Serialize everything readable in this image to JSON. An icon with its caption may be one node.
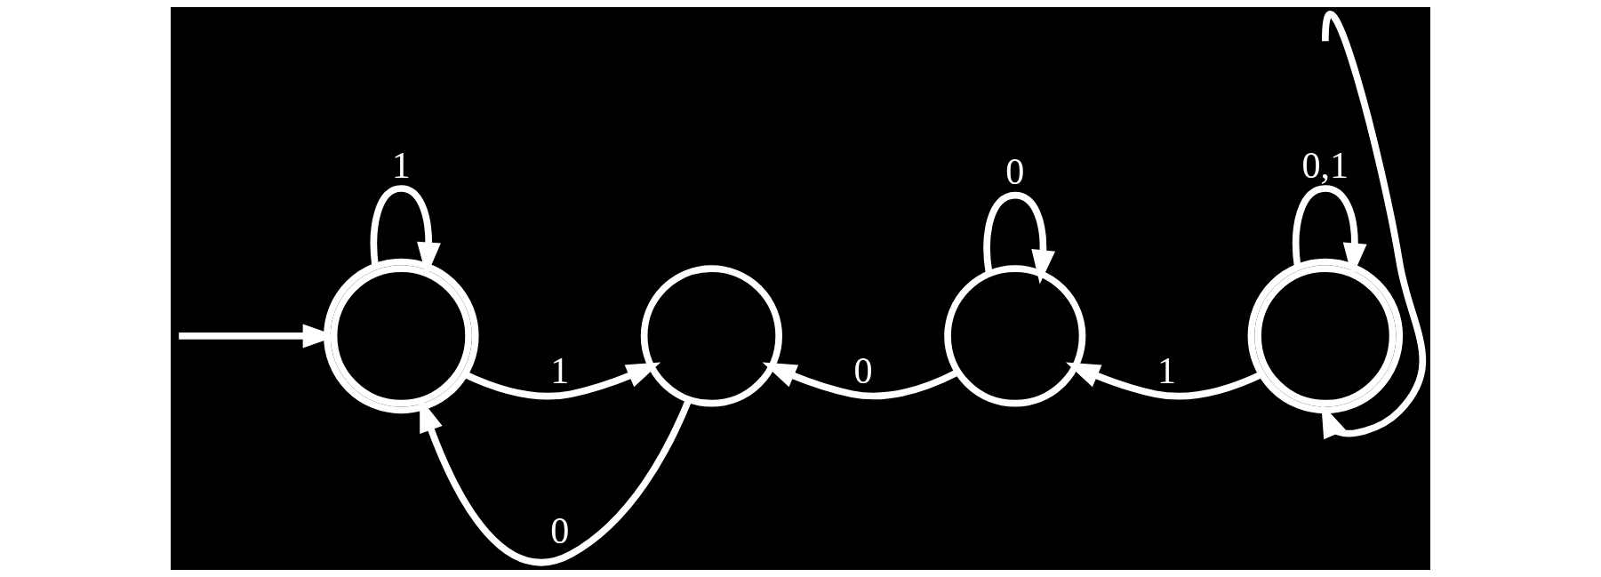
{
  "diagram": {
    "nodes": [
      {
        "text": [],
        "shape": "doublecircle"
      },
      {
        "text": [],
        "shape": "circle"
      },
      {
        "text": [],
        "shape": "circle"
      },
      {
        "text": [],
        "shape": "doublecircle"
      }
    ],
    "edges": [
      {
        "from": null,
        "to": 0,
        "arrow": "to"
      },
      {
        "from": 0,
        "to": 0,
        "arrow": "to",
        "label": "1"
      },
      {
        "from": 1,
        "to": 0,
        "arrow": "to",
        "label": "0"
      },
      {
        "from": 0,
        "to": 1,
        "arrow": "to",
        "label": "1"
      },
      {
        "from": 2,
        "to": 1,
        "arrow": "to",
        "label": "0"
      },
      {
        "from": 2,
        "to": 2,
        "arrow": "to",
        "label": "0"
      },
      {
        "from": 3,
        "to": 2,
        "arrow": "to",
        "label": "1"
      },
      {
        "from": 3,
        "to": 3,
        "arrow": "to",
        "label": "0,1"
      },
      {
        "from": null,
        "to": 3,
        "arrow": "to"
      }
    ]
  }
}
